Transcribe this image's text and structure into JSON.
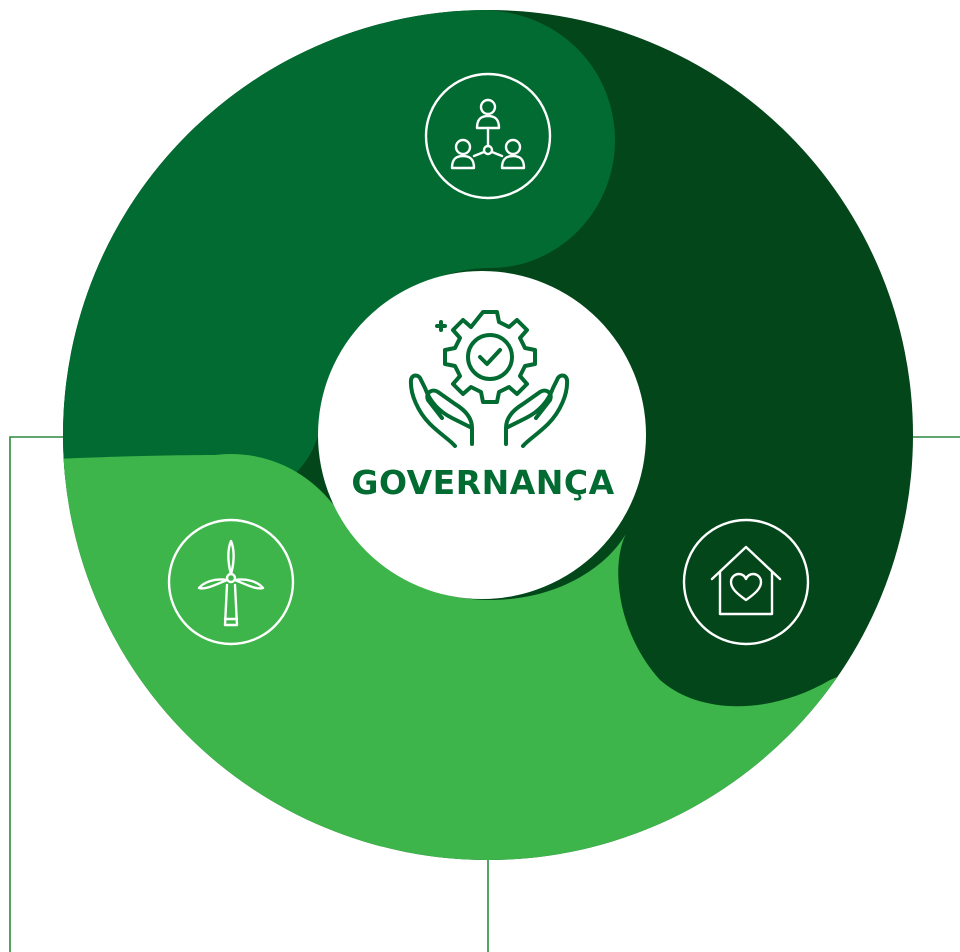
{
  "diagram": {
    "center_label": "GOVERNANÇA",
    "segments": [
      {
        "id": "social",
        "icon": "people-network-icon",
        "color": "#026b32"
      },
      {
        "id": "environmental",
        "icon": "wind-turbine-icon",
        "color": "#3db54a"
      },
      {
        "id": "wellbeing",
        "icon": "house-heart-icon",
        "color": "#03461a"
      }
    ],
    "center_icon": "gear-hands-icon",
    "colors": {
      "dark": "#03461a",
      "medium": "#026b32",
      "light": "#3db54a",
      "center_fill": "#ffffff",
      "center_text": "#026b32",
      "line": "#2a8a3e"
    }
  }
}
